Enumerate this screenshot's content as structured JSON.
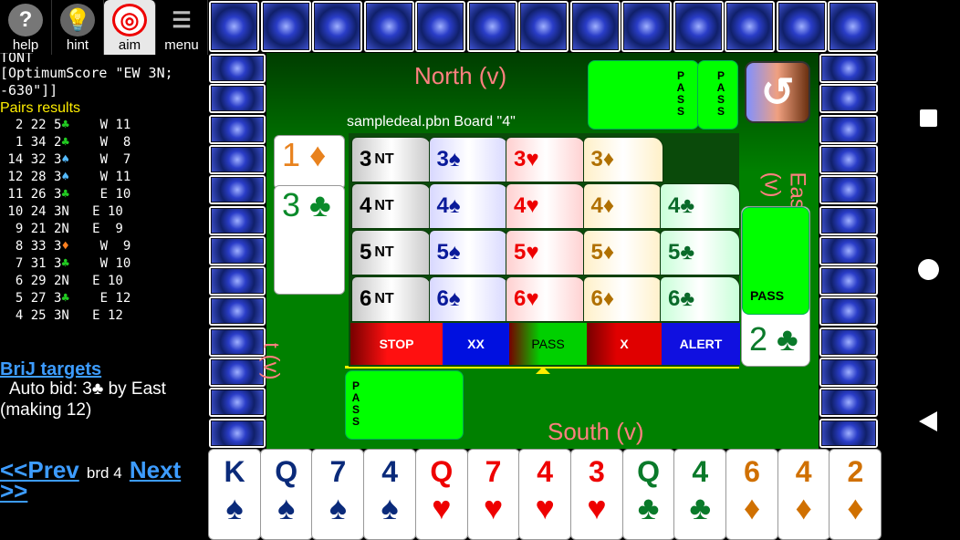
{
  "toolbar": [
    {
      "label": "help",
      "icon": "help-icon"
    },
    {
      "label": "hint",
      "icon": "lightbulb-icon"
    },
    {
      "label": "aim",
      "icon": "target-icon"
    },
    {
      "label": "menu",
      "icon": "menu-wrench-icon"
    }
  ],
  "left": {
    "cut_line": "TONT",
    "optimum": "[OptimumScore \"EW 3N; -630\"]]",
    "pairs_title": "Pairs results",
    "results": [
      [
        "2",
        "22",
        "5",
        "♣",
        "club-green",
        "W",
        "11"
      ],
      [
        "1",
        "34",
        "2",
        "♣",
        "club-green",
        "W",
        "8"
      ],
      [
        "14",
        "32",
        "3",
        "♠",
        "spade-blue",
        "W",
        "7"
      ],
      [
        "12",
        "28",
        "3",
        "♠",
        "spade-blue",
        "W",
        "11"
      ],
      [
        "11",
        "26",
        "3",
        "♣",
        "club-green",
        "E",
        "10"
      ],
      [
        "10",
        "24",
        "3N",
        "",
        "",
        "E",
        "10"
      ],
      [
        "9",
        "21",
        "2N",
        "",
        "",
        "E",
        "9"
      ],
      [
        "8",
        "33",
        "3",
        "♦",
        "diamond-orange",
        "W",
        "9"
      ],
      [
        "7",
        "31",
        "3",
        "♣",
        "club-green",
        "W",
        "10"
      ],
      [
        "6",
        "29",
        "2N",
        "",
        "",
        "E",
        "10"
      ],
      [
        "5",
        "27",
        "3",
        "♣",
        "club-green",
        "E",
        "12"
      ],
      [
        "4",
        "25",
        "3N",
        "",
        "",
        "E",
        "12"
      ]
    ],
    "brij_targets": "BriJ targets",
    "auto_bid": "Auto bid: 3♣ by East",
    "making": "(making 12)",
    "prev": "<<Prev",
    "board": "brd 4",
    "next": "Next",
    "next2": ">>"
  },
  "table": {
    "north": "North (v)",
    "south": "South (v)",
    "west": "West (v)",
    "east": "East (v)",
    "deal_title": "sampledeal.pbn Board \"4\"",
    "north_bids": [
      "PASS",
      "PASS"
    ],
    "south_bid": "PASS",
    "east_bid": "PASS",
    "east_card": {
      "rank": "2",
      "suit": "♣"
    },
    "west_cards": [
      {
        "rank": "1",
        "suit": "♦",
        "color": "#e8821e"
      },
      {
        "rank": "3",
        "suit": "♣",
        "color": "#0a8a2a"
      }
    ]
  },
  "bidbox": {
    "levels": [
      "3",
      "4",
      "5",
      "6"
    ],
    "strains": [
      {
        "s": "NT",
        "c": "#000",
        "bg": "#c8c8c8"
      },
      {
        "s": "♠",
        "c": "#0a1a9a",
        "bg": "#d8d8ff"
      },
      {
        "s": "♥",
        "c": "#e00",
        "bg": "#ffd0d0"
      },
      {
        "s": "♦",
        "c": "#b07000",
        "bg": "#fff0c8"
      },
      {
        "s": "♣",
        "c": "#0a6a2a",
        "bg": "#c8ffd8"
      }
    ],
    "buttons": [
      {
        "label": "STOP",
        "bg": "#ff1010"
      },
      {
        "label": "XX",
        "bg": "#0010e0"
      },
      {
        "label": "PASS",
        "bg": "#00d000"
      },
      {
        "label": "X",
        "bg": "#e00000"
      },
      {
        "label": "ALERT",
        "bg": "#1010e0"
      }
    ]
  },
  "hand": [
    {
      "r": "K",
      "s": "♠",
      "c": "#0a2a7a"
    },
    {
      "r": "Q",
      "s": "♠",
      "c": "#0a2a7a"
    },
    {
      "r": "7",
      "s": "♠",
      "c": "#0a2a7a"
    },
    {
      "r": "4",
      "s": "♠",
      "c": "#0a2a7a"
    },
    {
      "r": "Q",
      "s": "♥",
      "c": "#e00"
    },
    {
      "r": "7",
      "s": "♥",
      "c": "#e00"
    },
    {
      "r": "4",
      "s": "♥",
      "c": "#e00"
    },
    {
      "r": "3",
      "s": "♥",
      "c": "#e00"
    },
    {
      "r": "Q",
      "s": "♣",
      "c": "#0a7a2a"
    },
    {
      "r": "4",
      "s": "♣",
      "c": "#0a7a2a"
    },
    {
      "r": "6",
      "s": "♦",
      "c": "#d07000"
    },
    {
      "r": "4",
      "s": "♦",
      "c": "#d07000"
    },
    {
      "r": "2",
      "s": "♦",
      "c": "#d07000"
    }
  ]
}
